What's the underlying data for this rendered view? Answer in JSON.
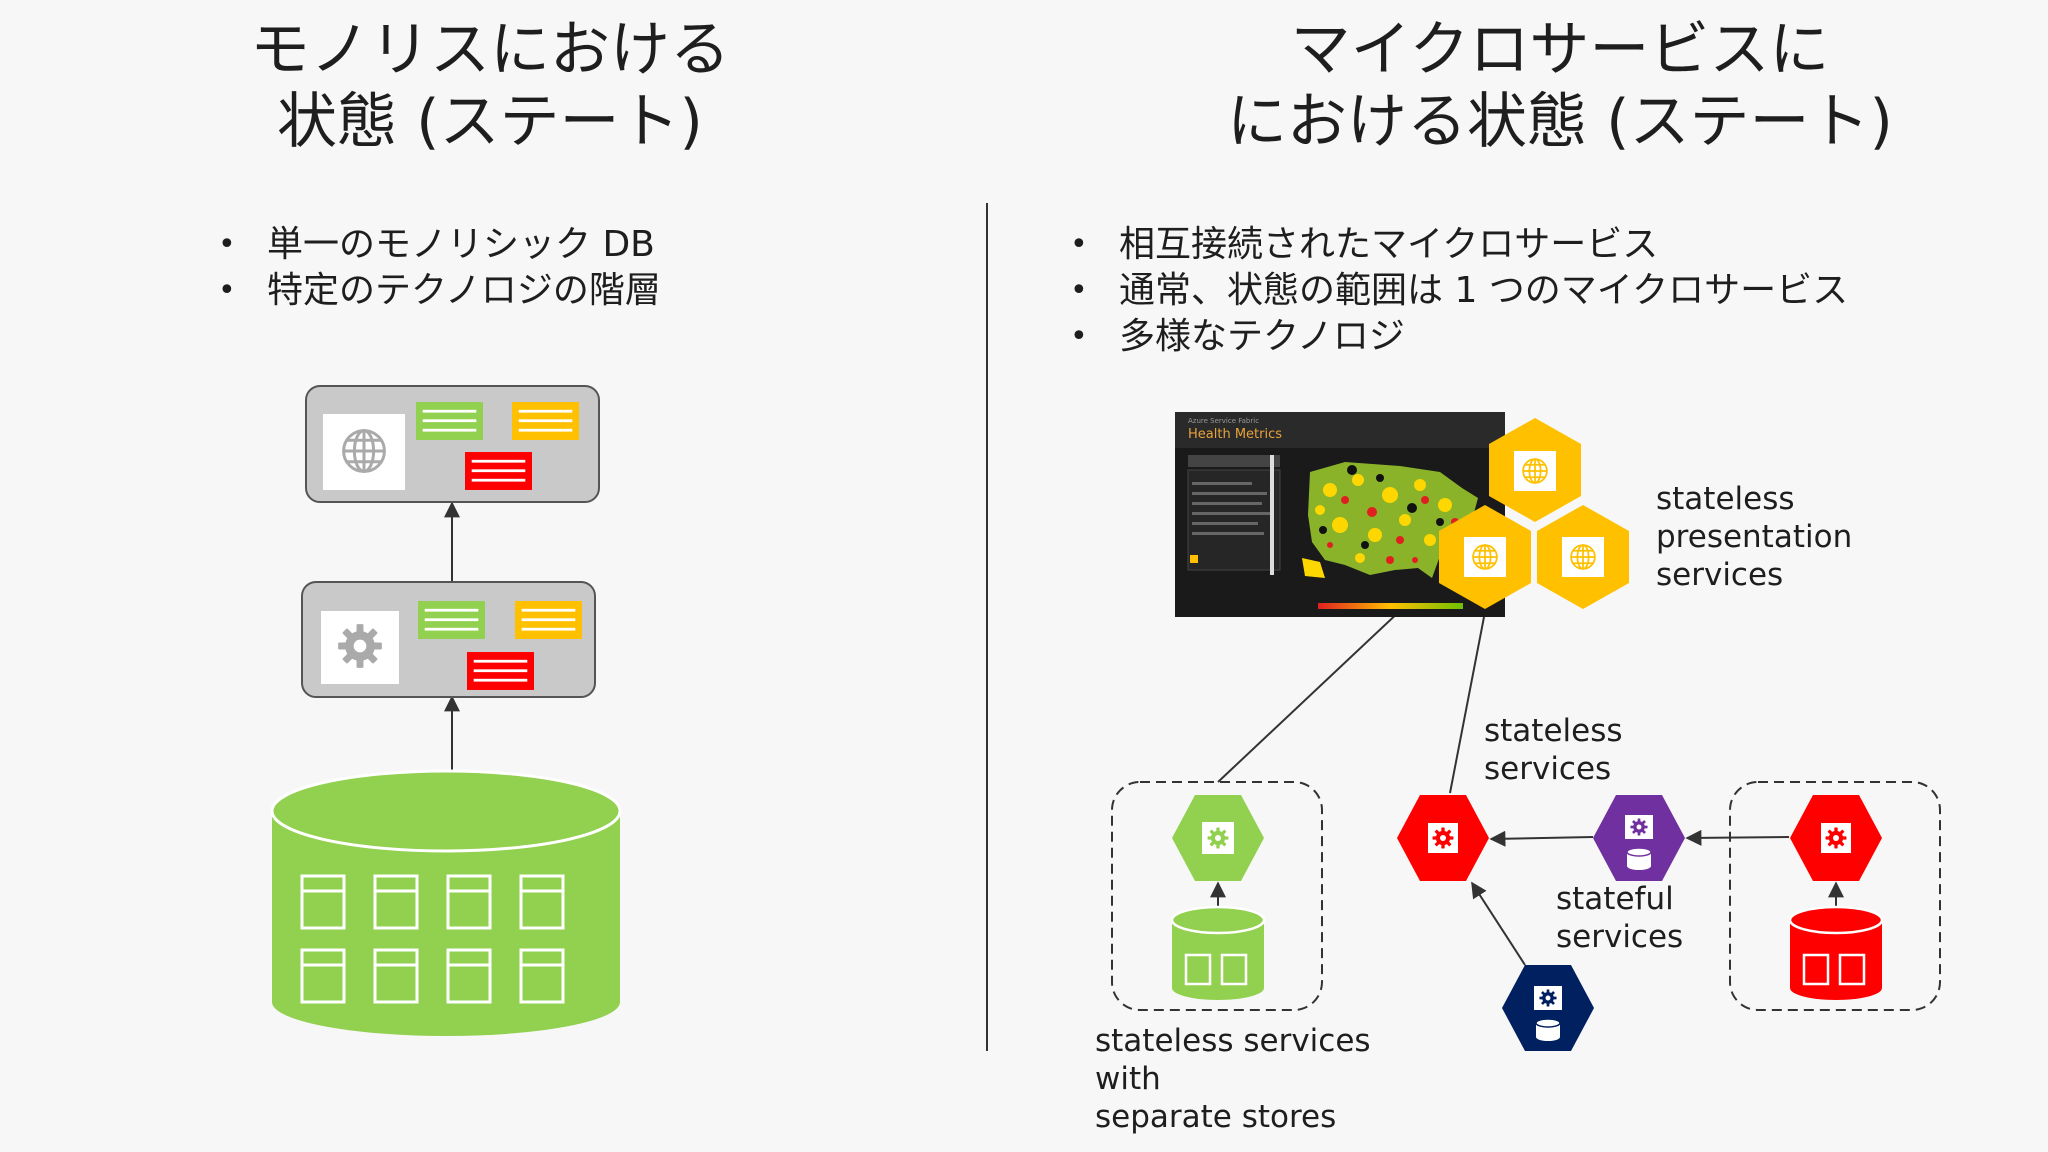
{
  "left": {
    "title_line1": "モノリスにおける",
    "title_line2": "状態 (ステート)",
    "bullets": [
      "単一のモノリシック DB",
      "特定のテクノロジの階層"
    ]
  },
  "right": {
    "title_line1": "マイクロサービスに",
    "title_line2": "における状態 (ステート)",
    "bullets": [
      "相互接続されたマイクロサービス",
      "通常、状態の範囲は 1 つのマイクロサービス",
      "多様なテクノロジ"
    ]
  },
  "labels": {
    "presentation": [
      "stateless",
      "presentation",
      "services"
    ],
    "stateless": [
      "stateless",
      "services"
    ],
    "stateful": [
      "stateful",
      "services"
    ],
    "separate": [
      "stateless services",
      "with",
      "separate stores"
    ]
  },
  "screenshot": {
    "header_small": "Azure Service Fabric",
    "title": "Health Metrics"
  },
  "colors": {
    "green": "#92d050",
    "orange": "#ffc000",
    "red": "#ff0000",
    "purple": "#7030a0",
    "navy": "#002060",
    "tier_box": "#c9c9c9"
  },
  "icons": {
    "web_tier": "globe-icon",
    "logic_tier": "gear-icon",
    "presentation_service": "globe-icon",
    "service": "gear-icon",
    "store": "database-icon"
  }
}
